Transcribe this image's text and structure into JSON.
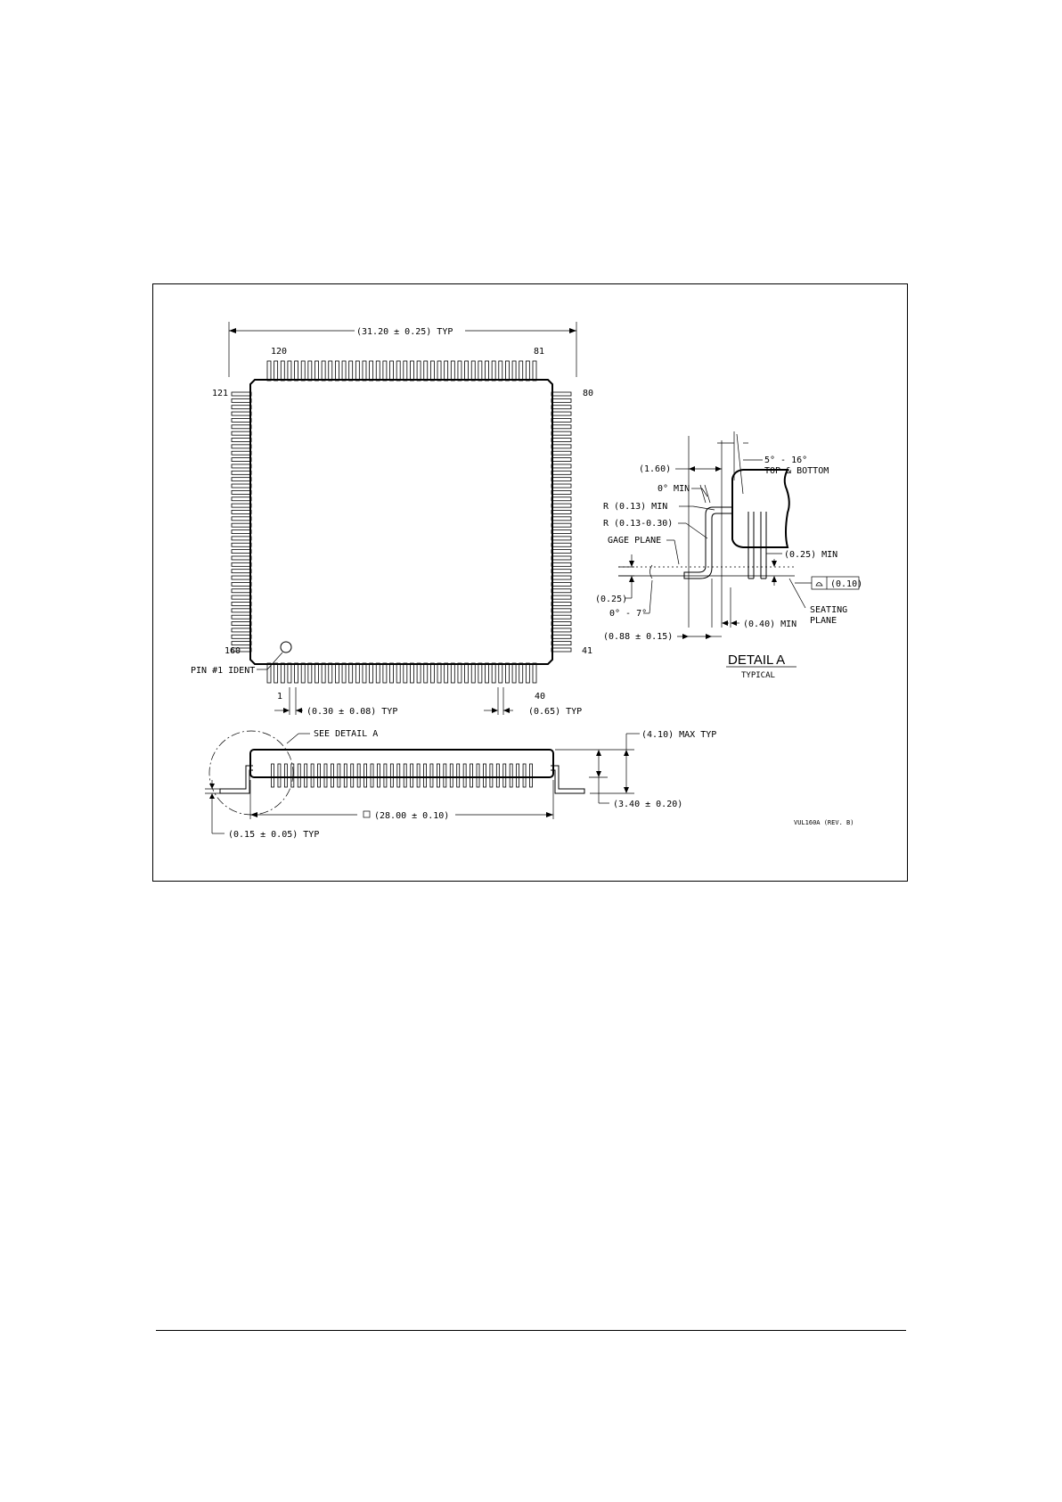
{
  "drawing": {
    "top_view": {
      "width_dim": "(31.20 ± 0.25) TYP",
      "pin_120": "120",
      "pin_81": "81",
      "pin_121": "121",
      "pin_80": "80",
      "pin_160": "160",
      "pin_41": "41",
      "pin_1": "1",
      "pin_40": "40",
      "pin1_ident": "PIN #1 IDENT",
      "lead_width_dim": "(0.30 ± 0.08) TYP",
      "pitch_dim": "(0.65) TYP"
    },
    "detail_a": {
      "angle_top": "5° - 16°",
      "angle_top_note": "TOP & BOTTOM",
      "dim_1_60": "(1.60)",
      "zero_min": "0° MIN",
      "r_min": "R (0.13) MIN",
      "r_range": "R (0.13-0.30)",
      "gage_plane": "GAGE PLANE",
      "dim_0_25_min": "(0.25) MIN",
      "flatness": "(0.10)",
      "dim_0_25": "(0.25)",
      "angle_foot": "0° - 7°",
      "seating_plane_1": "SEATING",
      "seating_plane_2": "PLANE",
      "dim_0_40_min": "(0.40) MIN",
      "dim_0_88": "(0.88 ± 0.15)",
      "title": "DETAIL A",
      "subtitle": "TYPICAL"
    },
    "side_view": {
      "see_detail": "SEE DETAIL A",
      "max_height": "(4.10) MAX TYP",
      "body_height": "(3.40 ± 0.20)",
      "body_width": "(28.00 ± 0.10)",
      "standoff": "(0.15 ± 0.05) TYP"
    },
    "drawing_number": "VUL160A (REV. B)"
  }
}
